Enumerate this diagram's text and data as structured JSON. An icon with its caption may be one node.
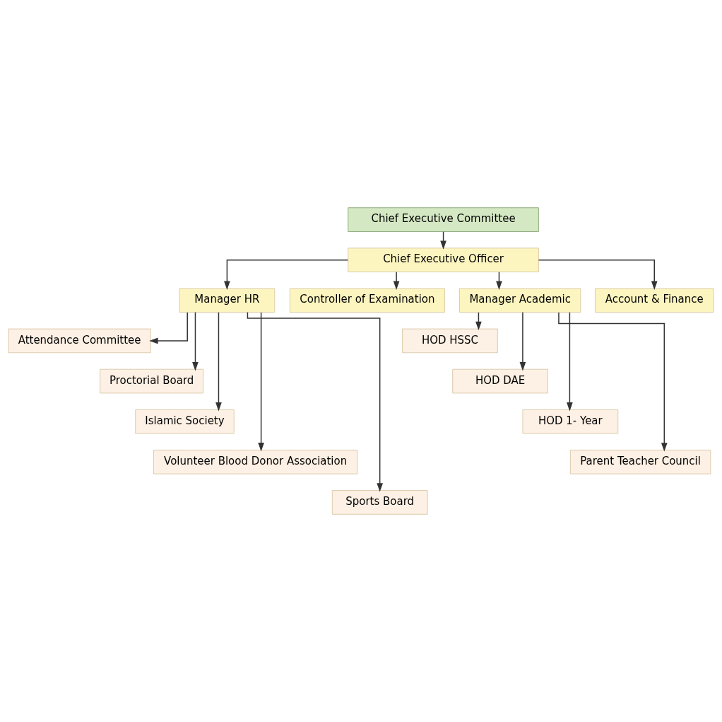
{
  "diagram": {
    "nodes": [
      {
        "text": [
          "Chief Executive Committee"
        ]
      },
      {
        "text": [
          "Chief Executive Officer"
        ]
      },
      {
        "text": [
          "Manager HR"
        ]
      },
      {
        "text": [
          "Controller of Examination"
        ]
      },
      {
        "text": [
          "Manager Academic"
        ]
      },
      {
        "text": [
          "Account & Finance"
        ]
      },
      {
        "text": [
          "Attendance Committee"
        ]
      },
      {
        "text": [
          "Proctorial Board"
        ]
      },
      {
        "text": [
          "Islamic Society"
        ]
      },
      {
        "text": [
          "Volunteer Blood Donor Association"
        ]
      },
      {
        "text": [
          "Sports Board"
        ]
      },
      {
        "text": [
          "HOD HSSC"
        ]
      },
      {
        "text": [
          "HOD DAE"
        ]
      },
      {
        "text": [
          "HOD 1- Year"
        ]
      },
      {
        "text": [
          "Parent Teacher Council"
        ]
      }
    ],
    "edges": [
      {
        "from": 0,
        "to": 1,
        "arrow": "to"
      },
      {
        "from": 1,
        "to": 2,
        "arrow": "to"
      },
      {
        "from": 1,
        "to": 3,
        "arrow": "to"
      },
      {
        "from": 1,
        "to": 4,
        "arrow": "to"
      },
      {
        "from": 1,
        "to": 5,
        "arrow": "to"
      },
      {
        "from": 2,
        "to": 6,
        "arrow": "to"
      },
      {
        "from": 2,
        "to": 7,
        "arrow": "to"
      },
      {
        "from": 2,
        "to": 8,
        "arrow": "to"
      },
      {
        "from": 2,
        "to": 9,
        "arrow": "to"
      },
      {
        "from": 2,
        "to": 10,
        "arrow": "to"
      },
      {
        "from": 4,
        "to": 11,
        "arrow": "to"
      },
      {
        "from": 4,
        "to": 12,
        "arrow": "to"
      },
      {
        "from": 4,
        "to": 13,
        "arrow": "to"
      },
      {
        "from": 4,
        "to": 14,
        "arrow": "to"
      }
    ]
  }
}
